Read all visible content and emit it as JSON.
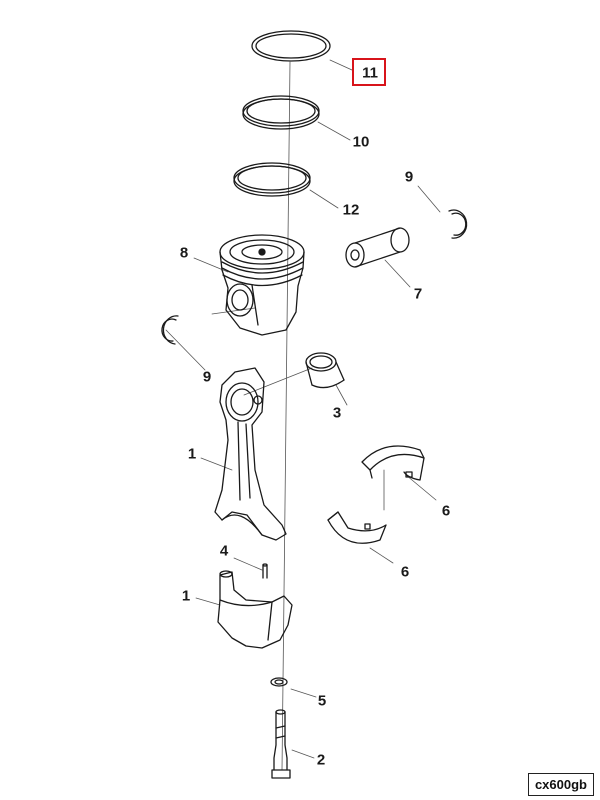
{
  "callouts": {
    "c1a": "1",
    "c1b": "1",
    "c2": "2",
    "c3": "3",
    "c4": "4",
    "c5": "5",
    "c6a": "6",
    "c6b": "6",
    "c7": "7",
    "c8": "8",
    "c9a": "9",
    "c9b": "9",
    "c10": "10",
    "c11": "11",
    "c12": "12"
  },
  "highlighted_callout": "11",
  "highlight_color": "#d8141b",
  "diagram_code": "cx600gb"
}
